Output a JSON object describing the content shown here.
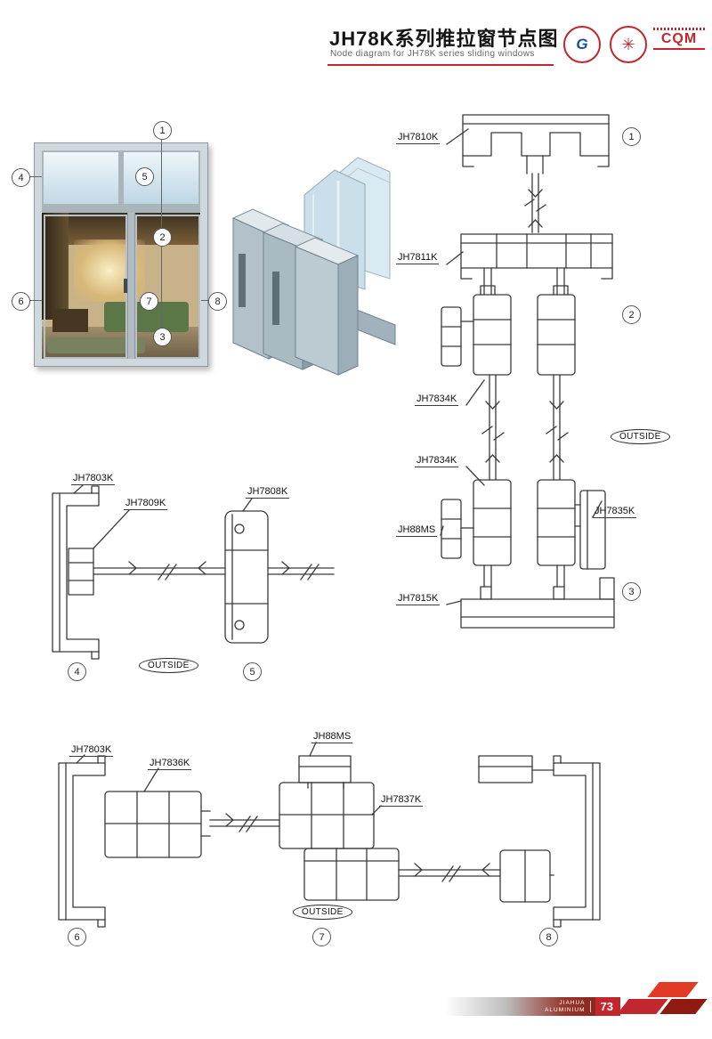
{
  "header": {
    "title_cn": "JH78K系列推拉窗节点图",
    "title_en": "Node diagram for JH78K series sliding windows",
    "cqm_label": "CQM",
    "logo_glyphs": {
      "cert1": "G",
      "cert2": "✳"
    }
  },
  "overview": {
    "callouts": [
      "1",
      "2",
      "3",
      "4",
      "5",
      "6",
      "7",
      "8"
    ]
  },
  "right_section": {
    "jh7810k": "JH7810K",
    "jh7811k": "JH7811K",
    "jh7834k_upper": "JH7834K",
    "jh7834k_lower": "JH7834K",
    "jh88ms": "JH88MS",
    "jh7835k": "JH7835K",
    "jh7815k": "JH7815K",
    "outside": "OUTSIDE",
    "callout_1": "1",
    "callout_2": "2",
    "callout_3": "3"
  },
  "mid_section": {
    "jh7803k": "JH7803K",
    "jh7809k": "JH7809K",
    "jh7808k": "JH7808K",
    "outside": "OUTSIDE",
    "callout_4": "4",
    "callout_5": "5"
  },
  "bottom_section": {
    "jh7803k": "JH7803K",
    "jh7836k": "JH7836K",
    "jh88ms": "JH88MS",
    "jh7837k": "JH7837K",
    "outside": "OUTSIDE",
    "callout_6": "6",
    "callout_7": "7",
    "callout_8": "8"
  },
  "footer": {
    "brand_line1": "JIAHUA",
    "brand_line2": "ALUMINIUM",
    "page_number": "73"
  },
  "colors": {
    "accent_red": "#c1272d"
  }
}
